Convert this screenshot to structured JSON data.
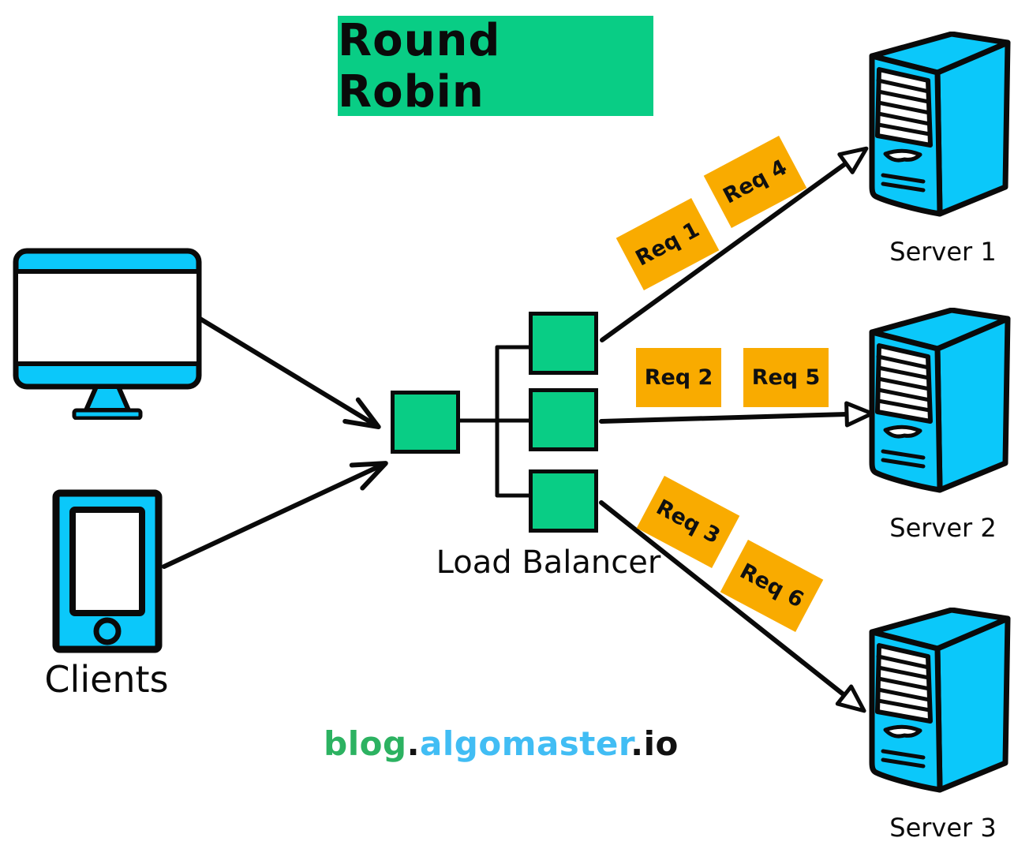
{
  "title": "Round Robin",
  "colors": {
    "green": "#09cd85",
    "cyan": "#0bc8fa",
    "orange": "#f9ab00",
    "ink": "#0a0a0a",
    "brand_green": "#2cb261",
    "brand_blue": "#41bdf4"
  },
  "clients": {
    "label": "Clients",
    "devices": [
      {
        "icon": "desktop-monitor-icon"
      },
      {
        "icon": "smartphone-icon"
      }
    ]
  },
  "load_balancer": {
    "label": "Load Balancer"
  },
  "servers": [
    {
      "label": "Server 1",
      "icon": "server-tower-icon"
    },
    {
      "label": "Server 2",
      "icon": "server-tower-icon"
    },
    {
      "label": "Server 3",
      "icon": "server-tower-icon"
    }
  ],
  "requests": [
    {
      "label": "Req 1",
      "target": "Server 1"
    },
    {
      "label": "Req 2",
      "target": "Server 2"
    },
    {
      "label": "Req 3",
      "target": "Server 3"
    },
    {
      "label": "Req 4",
      "target": "Server 1"
    },
    {
      "label": "Req 5",
      "target": "Server 2"
    },
    {
      "label": "Req 6",
      "target": "Server 3"
    }
  ],
  "branding": {
    "prefix": "blog",
    "dot1": ".",
    "name": "algomaster",
    "dot2": ".",
    "suffix": "io"
  }
}
